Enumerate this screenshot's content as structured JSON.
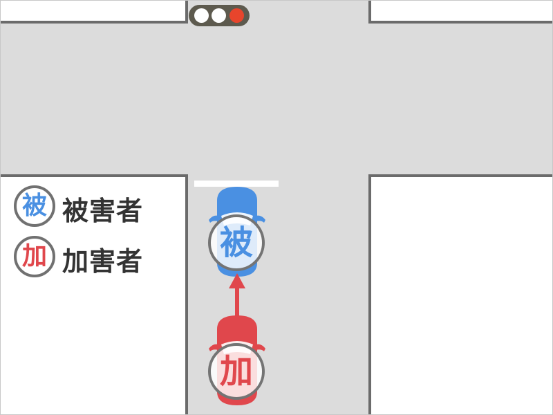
{
  "diagram": {
    "type": "traffic-accident-diagram",
    "scene": "T-intersection, rear-end collision in lower road",
    "colors": {
      "road": "#dcdcdc",
      "block": "#ffffff",
      "curb": "#6b6b6b",
      "signal_housing": "#5d5a4e",
      "signal_off": "#ffffff",
      "signal_red": "#e8452c",
      "victim": "#4a90e2",
      "perpetrator": "#e0474c",
      "badge_border": "#747474",
      "legend_text": "#333333"
    },
    "signal": {
      "icon": "traffic-light-icon",
      "lamps": [
        "off",
        "off",
        "red"
      ]
    },
    "legend": {
      "items": [
        {
          "badge": "被",
          "label": "被害者",
          "color": "#4a90e2"
        },
        {
          "badge": "加",
          "label": "加害者",
          "color": "#e0474c"
        }
      ]
    },
    "vehicles": {
      "victim": {
        "badge": "被",
        "direction": "up",
        "role": "被害者"
      },
      "perpetrator": {
        "badge": "加",
        "direction": "up",
        "role": "加害者"
      }
    },
    "arrow": {
      "direction": "up",
      "color": "#e0474c"
    }
  }
}
